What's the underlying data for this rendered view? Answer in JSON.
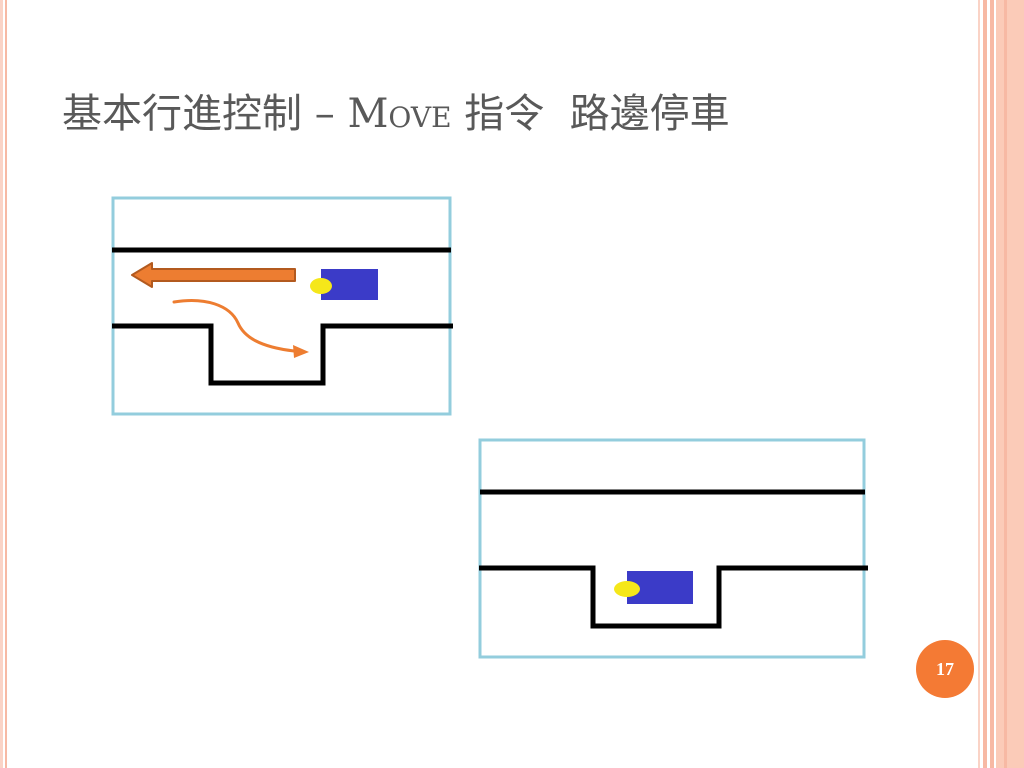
{
  "slide": {
    "title_main": "基本行進控制 – ",
    "title_command": "Move",
    "title_rest": " 指令  路邊停車",
    "page_number": "17"
  },
  "colors": {
    "accent_orange": "#F47A34",
    "frame_blue": "#93CDDD",
    "car_blue": "#3B3BC8",
    "headlight_yellow": "#F5E71A",
    "border_salmon": "#F7B9A4"
  },
  "icons": {
    "car_before": "car-icon",
    "car_after": "car-icon",
    "reverse_arrow": "left-arrow-icon",
    "parking_path": "curved-arrow-icon"
  }
}
